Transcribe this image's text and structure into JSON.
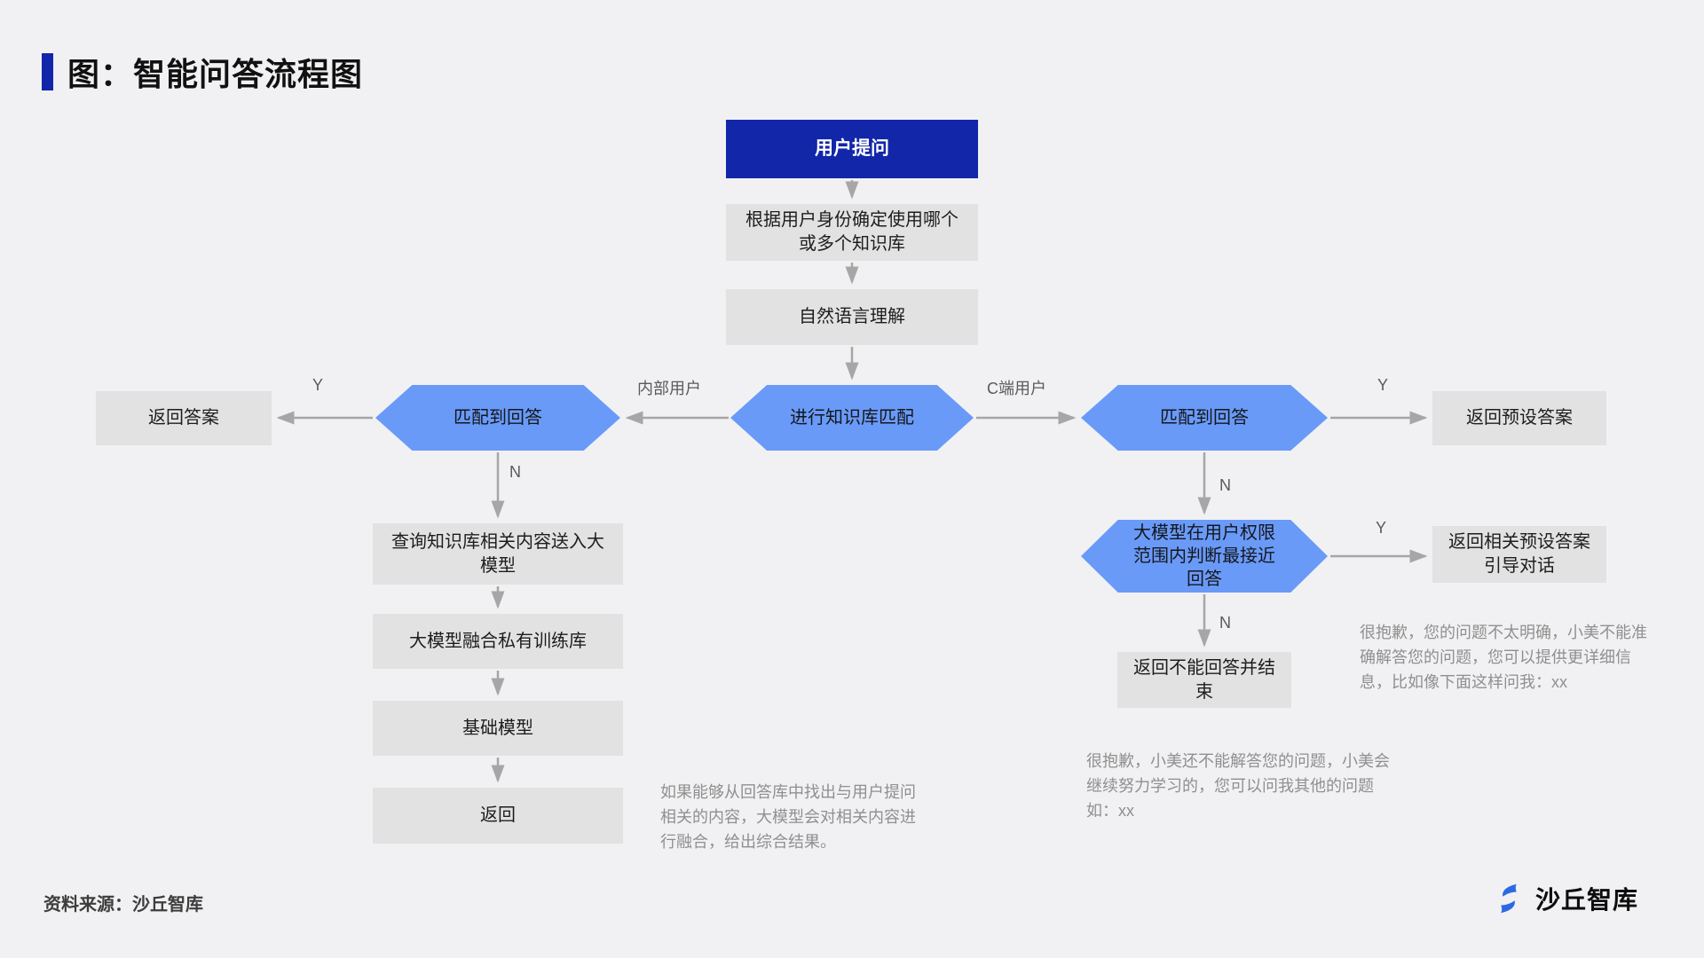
{
  "title": {
    "text": "图：智能问答流程图"
  },
  "nodes": {
    "user_question": "用户提问",
    "determine_kb": "根据用户身份确定使用哪个或多个知识库",
    "nlu": "自然语言理解",
    "kb_match": "进行知识库匹配",
    "match_left": "匹配到回答",
    "return_answer": "返回答案",
    "match_right": "匹配到回答",
    "return_preset": "返回预设答案",
    "query_kb": "查询知识库相关内容送入大模型",
    "model_fusion": "大模型融合私有训练库",
    "base_model": "基础模型",
    "return_node": "返回",
    "judge_permission": "大模型在用户权限范围内判断最接近回答",
    "return_guide": "返回相关预设答案引导对话",
    "return_cannot": "返回不能回答并结束"
  },
  "edge_labels": {
    "left_y": "Y",
    "internal_user": "内部用户",
    "c_user": "C端用户",
    "right_y": "Y",
    "left_n": "N",
    "right_n": "N",
    "judge_y": "Y",
    "judge_n": "N"
  },
  "annotations": {
    "fusion_note": "如果能够从回答库中找出与用户提问相关的内容，大模型会对相关内容进行融合，给出综合结果。",
    "unclear_note": "很抱歉，您的问题不太明确，小美不能准确解答您的问题，您可以提供更详细信息，比如像下面这样问我：xx",
    "sorry_note": "很抱歉，小美还不能解答您的问题，小美会继续努力学习的，您可以问我其他的问题如：xx"
  },
  "footer": {
    "source": "资料来源：沙丘智库",
    "logo_text": "沙丘智库"
  },
  "colors": {
    "primary_dark_blue": "#1226aa",
    "hexagon_blue": "#6a9af8",
    "box_gray": "#e2e2e2",
    "arrow_gray": "#a6a6a6",
    "background": "#f1f1f3",
    "logo_blue": "#2b6ae3"
  }
}
